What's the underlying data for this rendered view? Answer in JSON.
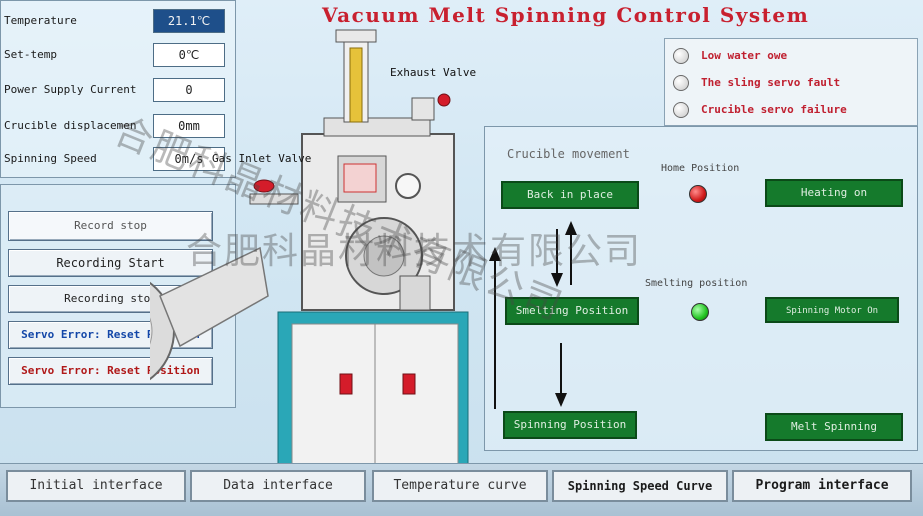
{
  "title": "Vacuum Melt Spinning Control System",
  "params": [
    {
      "label": "Temperature",
      "value": "21.1℃"
    },
    {
      "label": "Set-temp",
      "value": "0℃"
    },
    {
      "label": "Power Supply Current",
      "value": "0"
    },
    {
      "label": "Crucible displacemen",
      "value": "0mm"
    },
    {
      "label": "Spinning  Speed",
      "value": "0m/s"
    }
  ],
  "record": {
    "stop": "Record stop",
    "start": "Recording Start",
    "stop2": "Recording stop",
    "servo_reset_1": "Servo Error: Reset Position",
    "servo_reset_2": "Servo Error: Reset Position"
  },
  "valves": {
    "exhaust": "Exhaust Valve",
    "gas_inlet": "Gas Inlet Valve"
  },
  "alarms": [
    "Low water owe",
    "The sling servo fault",
    "Crucible servo failure"
  ],
  "movement": {
    "title": "Crucible movement",
    "home_label": "Home Position",
    "smelting_label": "Smelting position",
    "back_btn": "Back in place",
    "heating_btn": "Heating on",
    "smelting_btn": "Smelting Position",
    "spinning_motor_btn": "Spinning Motor On",
    "spinning_pos_btn": "Spinning Position",
    "melt_btn": "Melt Spinning"
  },
  "tabs": [
    "Initial interface",
    "Data interface",
    "Temperature curve",
    "Spinning  Speed Curve",
    "Program interface"
  ],
  "watermark": [
    "合肥科晶材料技术有限公司",
    "合肥科晶材料技术有限公司"
  ],
  "colors": {
    "title": "#c8202f",
    "green_button": "#157a2c",
    "lamp_home": "#d01b1b",
    "lamp_smelting": "#22c422"
  }
}
